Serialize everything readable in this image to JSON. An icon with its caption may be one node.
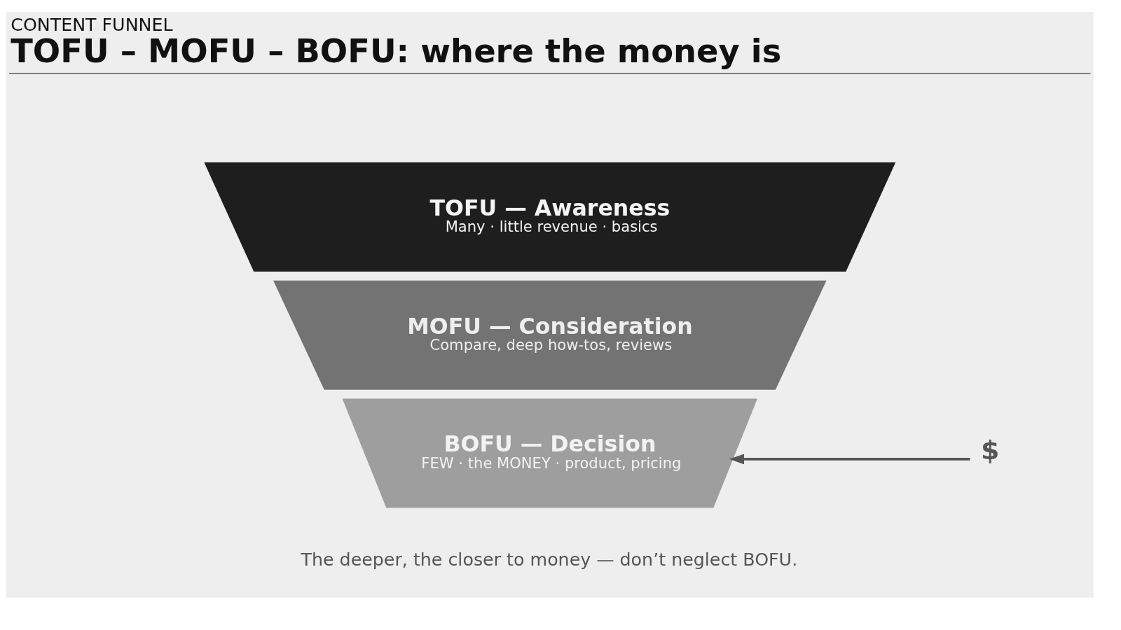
{
  "diagram": {
    "title": "TOFU – MOFU – BOFU: where the money is",
    "caption": "The deeper, the closer to money — don’t neglect BOFU.",
    "nodes": [
      {
        "text": [
          "TOFU — Awareness",
          "Many · little revenue · basics"
        ]
      },
      {
        "text": [
          "MOFU — Consideration",
          "Compare, deep how-tos, reviews"
        ]
      },
      {
        "text": [
          "BOFU — Decision",
          "FEW · the MONEY · product, pricing"
        ]
      },
      {
        "text": [
          "$"
        ]
      }
    ],
    "edges": [
      {
        "from": 3,
        "to": 2,
        "arrow": "to"
      }
    ],
    "labels": [
      "CONTENT FUNNEL"
    ]
  }
}
